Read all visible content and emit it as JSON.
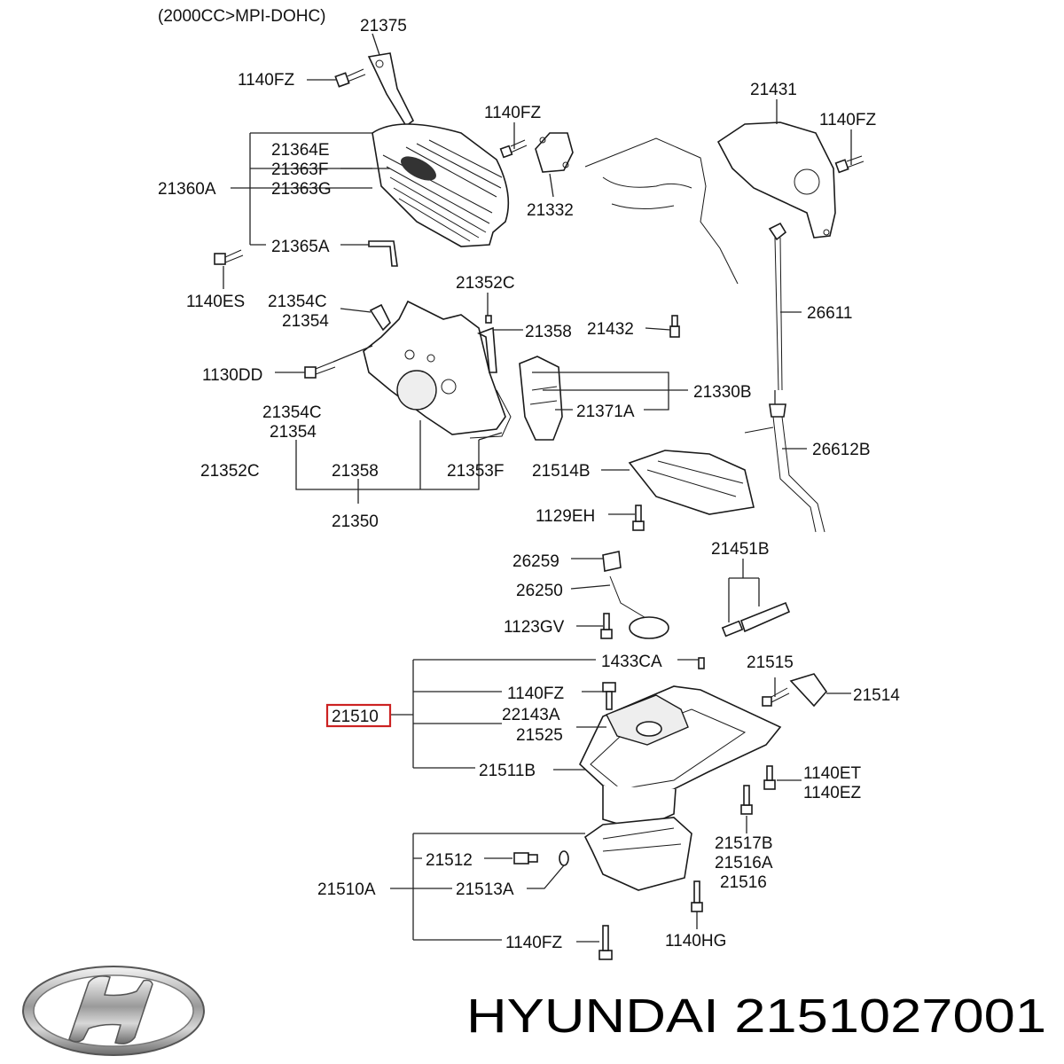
{
  "header": {
    "engine_spec": "(2000CC>MPI-DOHC)"
  },
  "labels": {
    "p21375": "21375",
    "p1140FZ_a": "1140FZ",
    "p1140FZ_b": "1140FZ",
    "p21431": "21431",
    "p1140FZ_c": "1140FZ",
    "p21364E": "21364E",
    "p21363F": "21363F",
    "p21360A": "21360A",
    "p21363G": "21363G",
    "p21332": "21332",
    "p21365A": "21365A",
    "p1140ES": "1140ES",
    "p21352C_a": "21352C",
    "p21354C_a": "21354C",
    "p21354_a": "21354",
    "p21358_a": "21358",
    "p21432": "21432",
    "p26611": "26611",
    "p1130DD": "1130DD",
    "p21330B": "21330B",
    "p21354C_b": "21354C",
    "p21354_b": "21354",
    "p21371A": "21371A",
    "p26612B": "26612B",
    "p21352C_b": "21352C",
    "p21358_b": "21358",
    "p21353F": "21353F",
    "p21514B": "21514B",
    "p21350": "21350",
    "p1129EH": "1129EH",
    "p21451B": "21451B",
    "p26259": "26259",
    "p26250": "26250",
    "p1123GV": "1123GV",
    "p1433CA": "1433CA",
    "p21515": "21515",
    "p1140FZ_d": "1140FZ",
    "p21514": "21514",
    "p21510": "21510",
    "p22143A": "22143A",
    "p21525": "21525",
    "p21511B": "21511B",
    "p1140ET": "1140ET",
    "p1140EZ": "1140EZ",
    "p21517B": "21517B",
    "p21512": "21512",
    "p21516A": "21516A",
    "p21510A": "21510A",
    "p21513A": "21513A",
    "p21516": "21516",
    "p1140FZ_e": "1140FZ",
    "p1140HG": "1140HG"
  },
  "highlight": {
    "part": "21510",
    "color": "#cc2222"
  },
  "footer": {
    "logo": "hyundai-logo",
    "part_number_line": "HYUNDAI 2151027001"
  }
}
